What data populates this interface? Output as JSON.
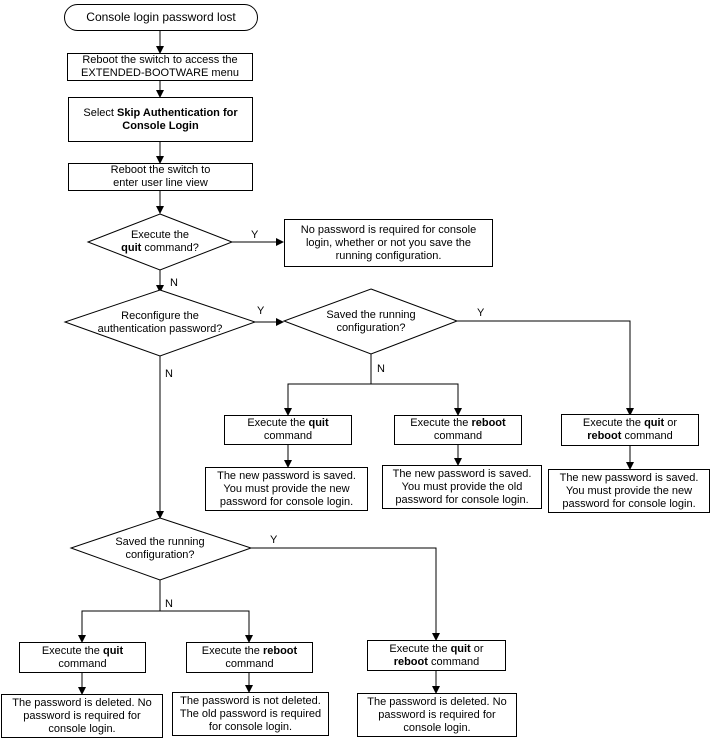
{
  "start": "Console login password lost",
  "steps": {
    "reboot_bootware": [
      "Reboot the switch to access the",
      "EXTENDED-BOOTWARE menu"
    ],
    "select_skip": {
      "prefix": "Select ",
      "bold_line1": "Skip Authentication for",
      "bold_line2": "Console Login"
    },
    "reboot_user_line": [
      "Reboot the switch to",
      "enter user line view"
    ]
  },
  "decisions": {
    "quit_cmd": {
      "line1": "Execute the",
      "bold": "quit",
      "suffix": " command?"
    },
    "reconfigure": [
      "Reconfigure the",
      "authentication password?"
    ],
    "saved_running_1": [
      "Saved the running",
      "configuration?"
    ],
    "saved_running_2": [
      "Saved the running",
      "configuration?"
    ]
  },
  "results": {
    "no_password_required": [
      "No password is required for console",
      "login, whether or not you save the",
      "running configuration."
    ],
    "new_saved_1": [
      "The new password is saved.",
      "You must provide the new",
      "password for console login."
    ],
    "new_saved_old": [
      "The new password is saved.",
      "You must provide the old",
      "password for console login."
    ],
    "new_saved_2": [
      "The new password is saved.",
      "You must provide the new",
      "password for console login."
    ],
    "deleted_1": [
      "The password is deleted. No",
      "password is required for",
      "console login."
    ],
    "not_deleted": [
      "The password is not deleted.",
      "The old password is required",
      "for console login."
    ],
    "deleted_2": [
      "The password is deleted. No",
      "password is required for",
      "console login."
    ]
  },
  "actions": {
    "prefix": "Execute the ",
    "quit": "quit",
    "reboot": "reboot",
    "or": " or",
    "command": "command"
  },
  "branch_labels": {
    "yes": "Y",
    "no": "N"
  },
  "colors": {
    "line": "#000000",
    "fill": "#ffffff"
  }
}
